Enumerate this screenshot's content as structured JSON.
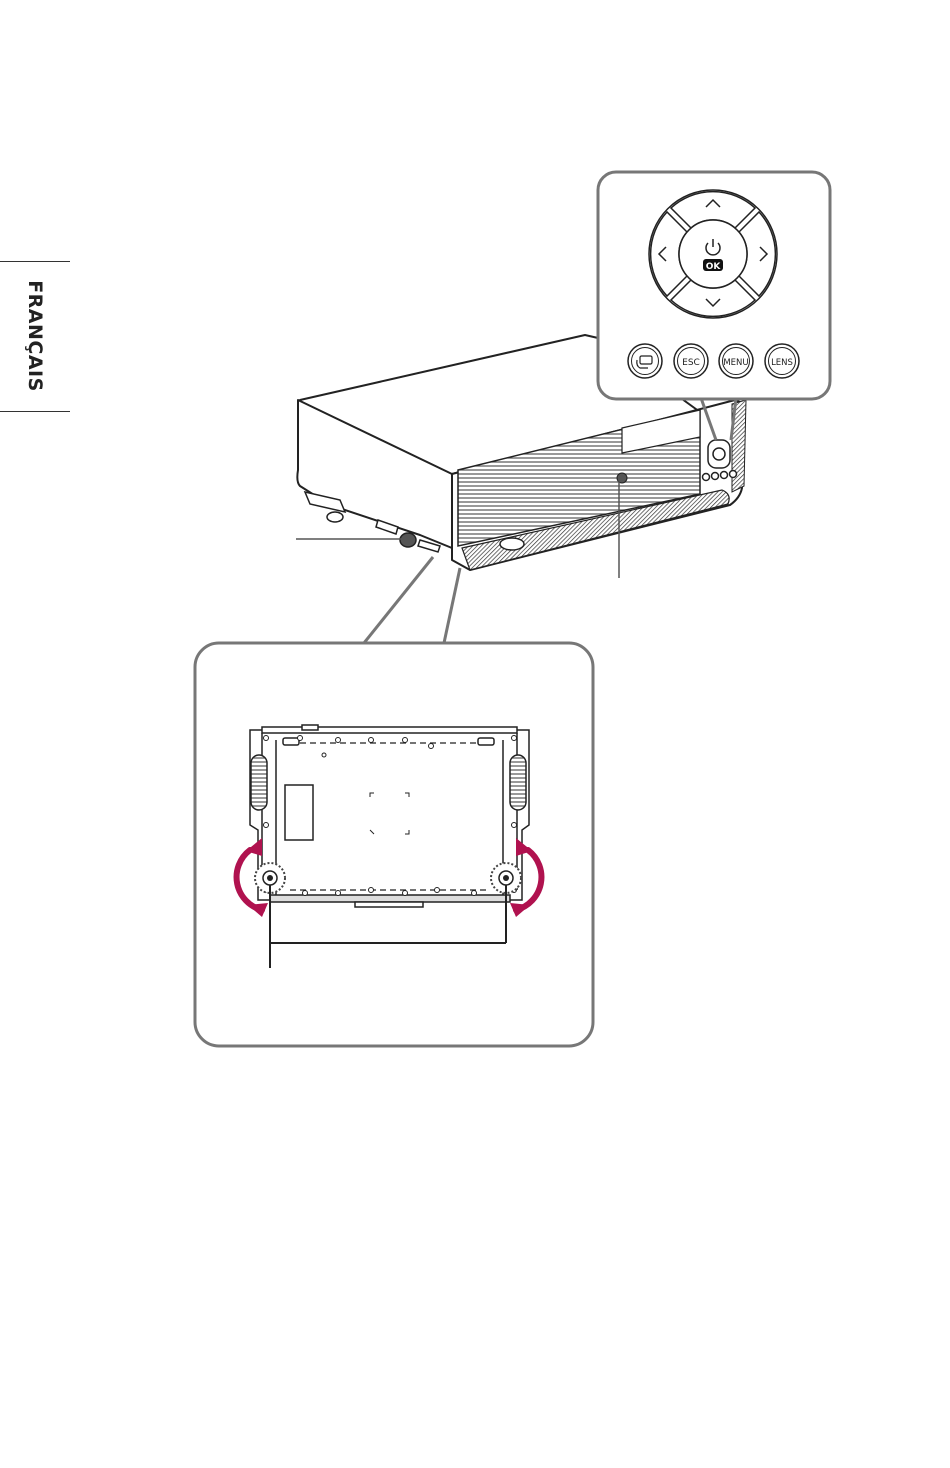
{
  "sidebar": {
    "language": "FRANÇAIS"
  },
  "control_panel": {
    "ok_label": "OK",
    "buttons": [
      {
        "name": "input-button",
        "label": ""
      },
      {
        "name": "esc-button",
        "label": "ESC"
      },
      {
        "name": "menu-button",
        "label": "MENU"
      },
      {
        "name": "lens-button",
        "label": "LENS"
      }
    ]
  },
  "colors": {
    "accent_arrow": "#b0124f",
    "line": "#777777",
    "outline": "#333333"
  },
  "icons": [
    "power-icon",
    "chevron-up-icon",
    "chevron-down-icon",
    "chevron-left-icon",
    "chevron-right-icon",
    "input-source-icon",
    "rotate-arrow-icon"
  ]
}
